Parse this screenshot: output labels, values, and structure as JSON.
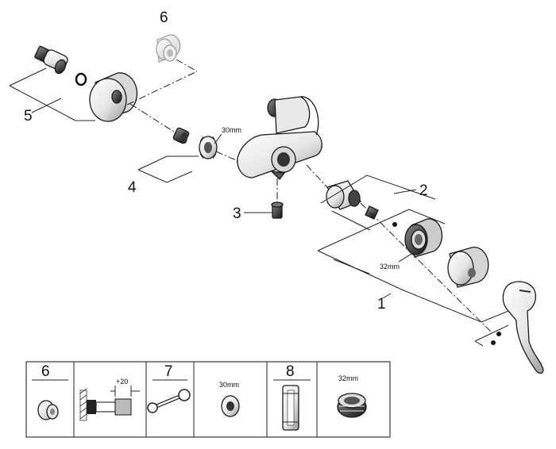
{
  "callouts": [
    {
      "n": "1"
    },
    {
      "n": "2"
    },
    {
      "n": "3"
    },
    {
      "n": "4"
    },
    {
      "n": "5"
    },
    {
      "n": "6"
    }
  ],
  "dims": {
    "nut_4": "30mm",
    "ring_1": "32mm"
  },
  "parts_table": {
    "cells": [
      {
        "number": "6",
        "label": ""
      },
      {
        "number": "",
        "label": "+20"
      },
      {
        "number": "7",
        "label": ""
      },
      {
        "number": "",
        "label": "30mm"
      },
      {
        "number": "8",
        "label": ""
      },
      {
        "number": "",
        "label": "32mm"
      }
    ]
  }
}
